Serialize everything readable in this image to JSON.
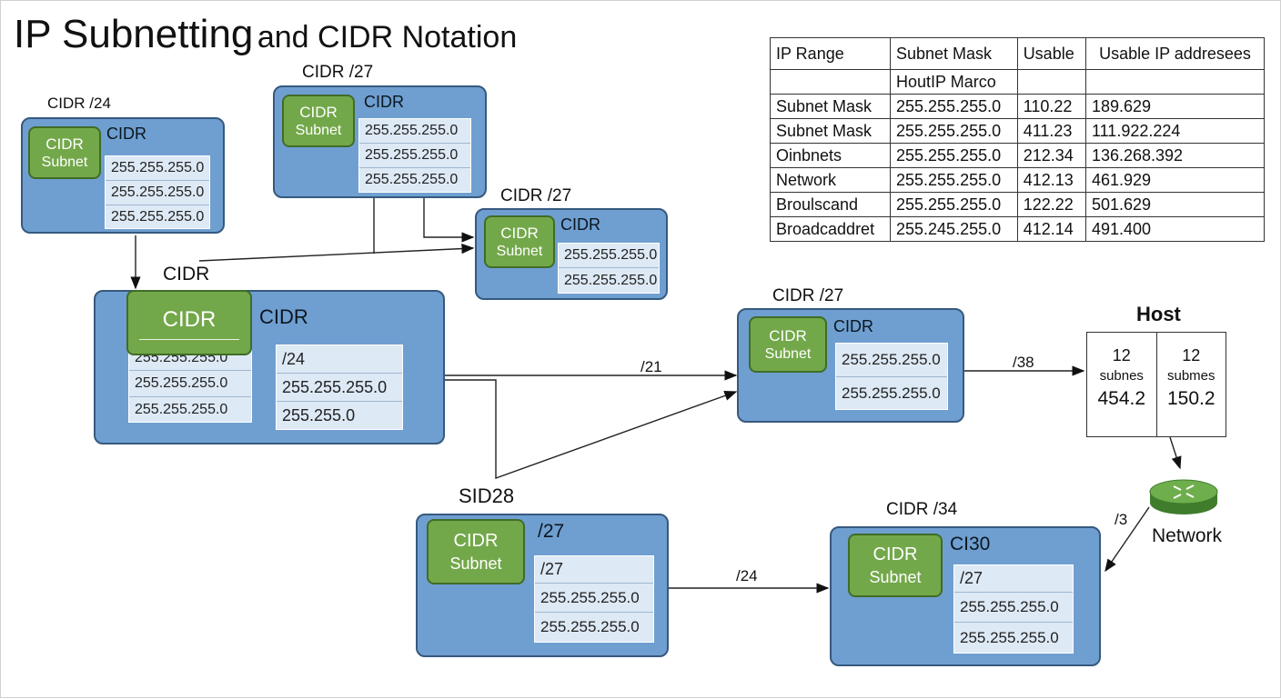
{
  "title": {
    "main": "IP Subnetting",
    "sub": "and CIDR Notation"
  },
  "labels": {
    "cidr24_top": "CIDR /24",
    "cidr27_top": "CIDR /27",
    "cidr27_mid": "CIDR /27",
    "cidr_center": "CIDR",
    "cidr27_right": "CIDR /27",
    "sid28": "SID28",
    "cidr34": "CIDR /34",
    "host": "Host",
    "network": "Network",
    "arrow_21": "/21",
    "arrow_38": "/38",
    "arrow_24": "/24",
    "arrow_3": "/3"
  },
  "panels": {
    "p1": {
      "title": "CIDR",
      "green": [
        "CIDR",
        "Subnet"
      ],
      "rows": [
        "255.255.255.0",
        "255.255.255.0",
        "255.255.255.0"
      ]
    },
    "p2": {
      "title": "CIDR",
      "green": [
        "CIDR",
        "Subnet"
      ],
      "rows": [
        "255.255.255.0",
        "255.255.255.0",
        "255.255.255.0"
      ]
    },
    "p3": {
      "title": "CIDR",
      "green": [
        "CIDR",
        "Subnet"
      ],
      "rows": [
        "255.255.255.0",
        "255.255.255.0"
      ]
    },
    "p4": {
      "title": "CIDR",
      "green": [
        "CIDR"
      ],
      "leftrows": [
        "255.255.255.0",
        "255.255.255.0",
        "255.255.255.0"
      ],
      "rows": [
        "/24",
        "255.255.255.0",
        "255.255.0"
      ]
    },
    "p5": {
      "title": "CIDR",
      "green": [
        "CIDR",
        "Subnet"
      ],
      "rows": [
        "255.255.255.0",
        "255.255.255.0"
      ]
    },
    "p6": {
      "title": "/27",
      "green": [
        "CIDR",
        "Subnet"
      ],
      "rows": [
        "/27",
        "255.255.255.0",
        "255.255.255.0"
      ]
    },
    "p7": {
      "title": "CI30",
      "green": [
        "CIDR",
        "Subnet"
      ],
      "rows": [
        "/27",
        "255.255.255.0",
        "255.255.255.0"
      ]
    }
  },
  "table": {
    "headers": [
      "IP Range",
      "Subnet Mask",
      "Usable",
      "Usable IP addresees"
    ],
    "rows": [
      [
        "",
        "HoutIP Marco",
        "",
        ""
      ],
      [
        "Subnet Mask",
        "255.255.255.0",
        "110.22",
        "189.629"
      ],
      [
        "Subnet Mask",
        "255.255.255.0",
        "411.23",
        "111.922.224"
      ],
      [
        "Oinbnets",
        "255.255.255.0",
        "212.34",
        "136.268.392"
      ],
      [
        "Network",
        "255.255.255.0",
        "412.13",
        "461.929"
      ],
      [
        "Broulscand",
        "255.255.255.0",
        "122.22",
        "501.629"
      ],
      [
        "Broadcaddret",
        "255.245.255.0",
        "412.14",
        "491.400"
      ]
    ]
  },
  "host_box": {
    "cols": [
      {
        "n": "12",
        "s": "subnes",
        "v": "454.2"
      },
      {
        "n": "12",
        "s": "submes",
        "v": "150.2"
      }
    ]
  },
  "colors": {
    "panel": "#6f9fd0",
    "panel_border": "#36597f",
    "green": "#73a84a",
    "green_border": "#406c27"
  },
  "icons": {
    "router": "router-icon"
  }
}
